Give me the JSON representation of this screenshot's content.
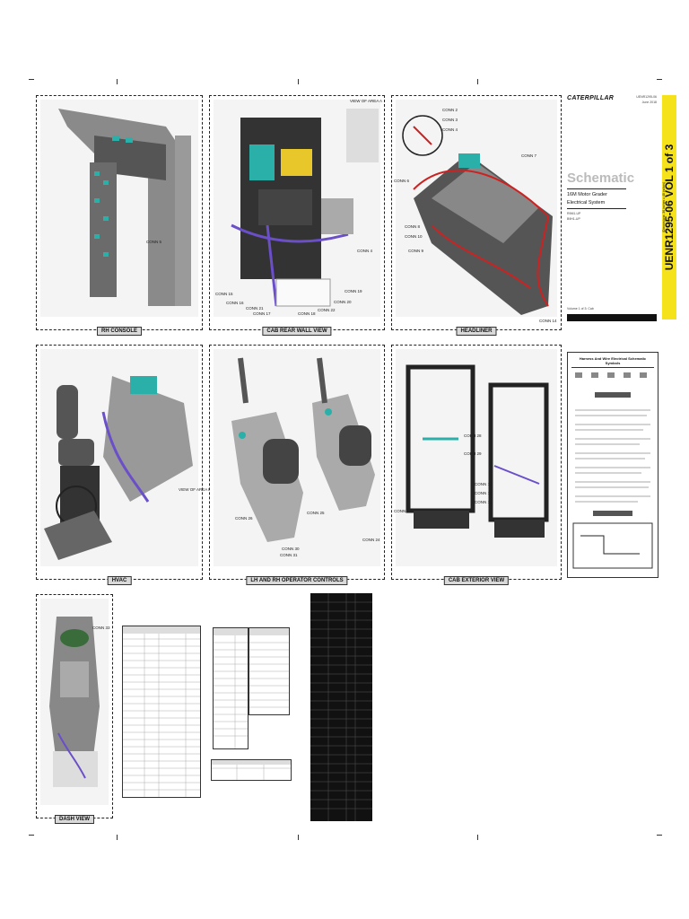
{
  "document": {
    "brand": "CATERPILLAR",
    "doc_number": "UENR1295-06",
    "title": "Schematic",
    "machine": "16M Motor Grader",
    "system": "Electrical System",
    "volume": "UENR1295-06 VOL 1 of 3",
    "volume_sub": "(Dimensions: 36 inches x 48 inches)",
    "serial_1": "R9M1-UP",
    "serial_2": "B9H1-UP",
    "footer_left": "Volume 1 of 3: Cab",
    "date": "June 2018"
  },
  "panels": {
    "rh_console": {
      "caption": "RH CONSOLE",
      "conns": [
        "CONN 5"
      ]
    },
    "cab_rear_wall": {
      "caption": "CAB REAR WALL VIEW",
      "view_tag": "VIEW OF AREA A",
      "conns": [
        "CONN 4",
        "CONN 15",
        "CONN 16",
        "CONN 17",
        "CONN 18",
        "CONN 19",
        "CONN 20",
        "CONN 21",
        "CONN 22"
      ]
    },
    "headliner": {
      "caption": "HEADLINER",
      "conns": [
        "CONN 2",
        "CONN 3",
        "CONN 4",
        "CONN 6",
        "CONN 7",
        "CONN 8",
        "CONN 9",
        "CONN 10",
        "CONN 14"
      ]
    },
    "hvac": {
      "caption": "HVAC",
      "view_tag": "VIEW OF AREA B"
    },
    "operator_controls": {
      "caption": "LH AND RH OPERATOR CONTROLS",
      "conns": [
        "CONN 24",
        "CONN 25",
        "CONN 26",
        "CONN 30",
        "CONN 31"
      ]
    },
    "cab_exterior": {
      "caption": "CAB EXTERIOR VIEW",
      "conns": [
        "CONN 27",
        "CONN 28",
        "CONN 29",
        "CONN 10",
        "CONN 11",
        "CONN 12"
      ]
    },
    "dash": {
      "caption": "DASH VIEW",
      "conns": [
        "CONN 33"
      ]
    }
  },
  "symbols_panel": {
    "heading": "Harness And Wire Electrical Schematic Symbols"
  },
  "colors": {
    "accent_yellow": "#f5e21a",
    "harness_red": "#cc2222",
    "harness_purple": "#6a4fc9",
    "teal_connector": "#2ab0a8"
  }
}
